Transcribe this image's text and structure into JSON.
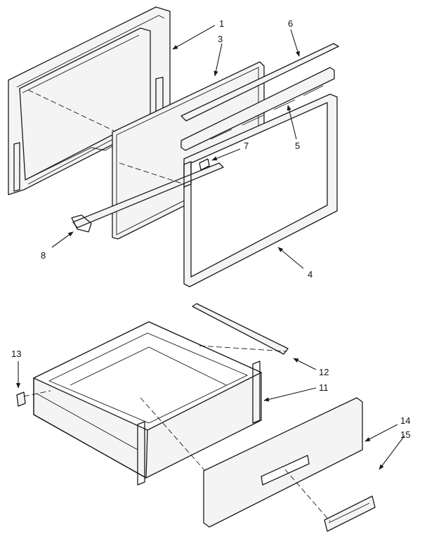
{
  "callouts": {
    "c1": "1",
    "c3": "3",
    "c4": "4",
    "c5": "5",
    "c6": "6",
    "c7": "7",
    "c8": "8",
    "c11": "11",
    "c12": "12",
    "c13": "13",
    "c14": "14",
    "c15": "15"
  }
}
